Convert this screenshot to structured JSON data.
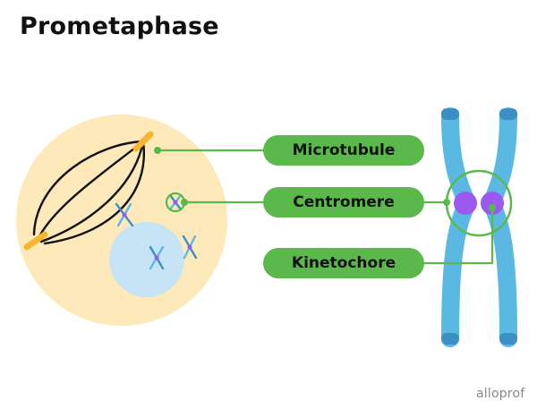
{
  "title": "Prometaphase",
  "labels": {
    "microtubule": "Microtubule",
    "centromere": "Centromere",
    "kinetochore": "Kinetochore"
  },
  "brand": "alloprof",
  "colors": {
    "cell": "#fde9b9",
    "nucleus": "#c7e3f6",
    "pole": "#f5b731",
    "chromosome_blue": "#5bb8e3",
    "chromosome_tip": "#3a8fc6",
    "centromere": "#9b59f0",
    "callout": "#5ab94a"
  }
}
